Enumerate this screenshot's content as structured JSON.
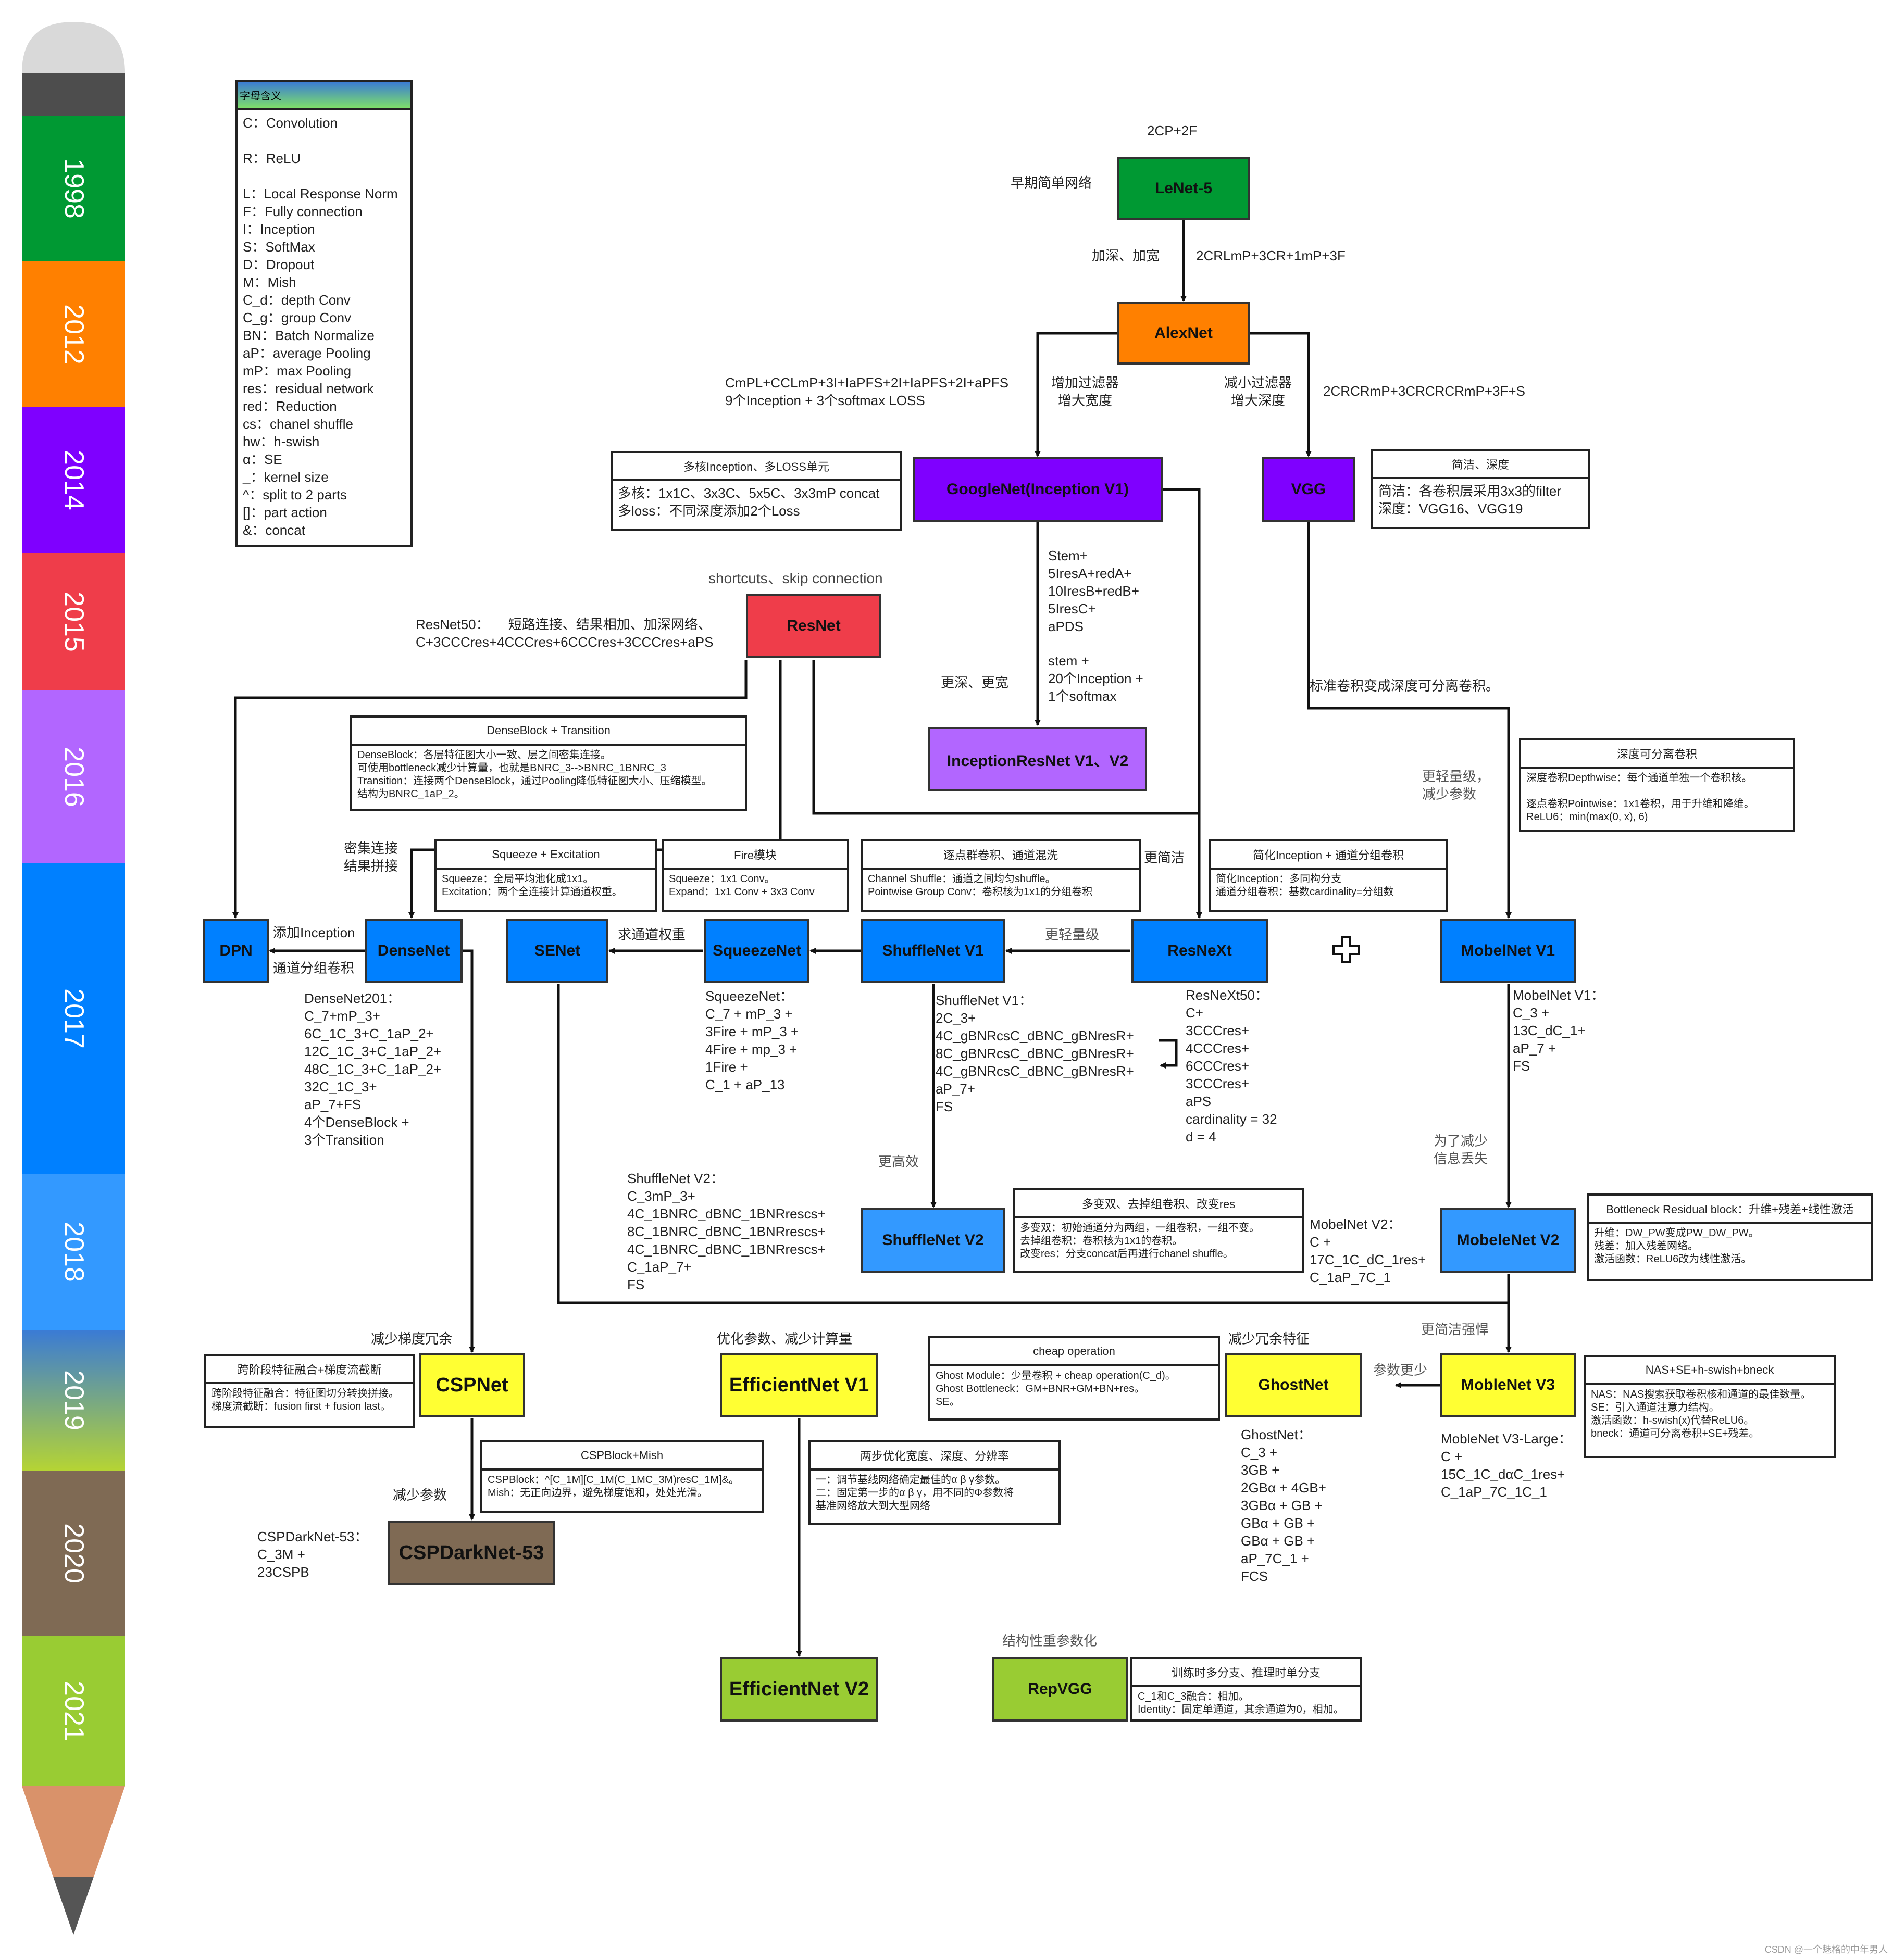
{
  "timeline": {
    "years": [
      "1998",
      "2012",
      "2014",
      "2015",
      "2016",
      "2017",
      "2018",
      "2019",
      "2020",
      "2021"
    ],
    "colors": [
      "#009933",
      "#ff8000",
      "#7f00ff",
      "#ef3d4a",
      "#b266ff",
      "#0080ff",
      "#3399ff",
      "#336b9e",
      "#7f6a54",
      "#99cc33"
    ]
  },
  "legend": {
    "title": "字母含义",
    "lines": [
      "C：Convolution",
      "",
      "R：ReLU",
      "",
      "L：Local Response Norm",
      "F：Fully connection",
      "I：Inception",
      "S：SoftMax",
      "D：Dropout",
      "M：Mish",
      "C_d：depth Conv",
      "C_g：group Conv",
      "BN：Batch Normalize",
      "aP：average Pooling",
      "mP：max Pooling",
      "res：residual network",
      "red：Reduction",
      "cs：chanel shuffle",
      "hw：h-swish",
      "α：SE",
      "_：kernel size",
      "^：split to 2 parts",
      "[]：part action",
      "&：concat"
    ]
  },
  "nodes": {
    "lenet": "LeNet-5",
    "alexnet": "AlexNet",
    "googlenet": "GoogleNet(Inception V1)",
    "vgg": "VGG",
    "resnet": "ResNet",
    "inceptionresnet": "InceptionResNet V1、V2",
    "dpn": "DPN",
    "densenet": "DenseNet",
    "senet": "SENet",
    "squeezenet": "SqueezeNet",
    "shufflev1": "ShuffleNet V1",
    "resnext": "ResNeXt",
    "mobilev1": "MobelNet V1",
    "shufflev2": "ShuffleNet V2",
    "mobilev2": "MobeleNet V2",
    "cspnet": "CSPNet",
    "effv1": "EfficientNet V1",
    "ghostnet": "GhostNet",
    "mobilev3": "MobleNet V3",
    "cspdarknet": "CSPDarkNet-53",
    "effv2": "EfficientNet V2",
    "repvgg": "RepVGG"
  },
  "labels": {
    "lenet_formula": "2CP+2F",
    "lenet_desc": "早期简单网络",
    "deepen": "加深、加宽",
    "alex_formula": "2CRLmP+3CR+1mP+3F",
    "google_formula": "CmPL+CCLmP+3I+IaPFS+2I+IaPFS+2I+aPFS\n9个Inception + 3个softmax LOSS",
    "add_filter": "增加过滤器\n增大宽度",
    "reduce_filter": "减小过滤器\n增大深度",
    "vgg_formula": "2CRCRmP+3CRCRCRmP+3F+S",
    "shortcut": "shortcuts、skip connection",
    "resnet50": "ResNet50：     短路连接、结果相加、加深网络、\nC+3CCCres+4CCCres+6CCCres+3CCCres+aPS",
    "stem": "Stem+\n5IresA+redA+\n10IresB+redB+\n5IresC+\naPDS",
    "stem2": "stem +\n20个Inception +\n1个softmax",
    "deeper": "更深、更宽",
    "std_conv": "标准卷积变成深度可分离卷积。",
    "lighter": "更轻量级，\n减少参数",
    "dense_conn": "密集连接\n结果拼接",
    "add_inception": "添加Inception",
    "group_conv": "通道分组卷积",
    "seek_weight": "求通道权重",
    "more_light": "更轻量级",
    "simpler": "更简洁",
    "densenet201": "DenseNet201：\nC_7+mP_3+\n6C_1C_3+C_1aP_2+\n12C_1C_3+C_1aP_2+\n48C_1C_3+C_1aP_2+\n32C_1C_3+\naP_7+FS\n4个DenseBlock +\n3个Transition",
    "squeezenet_f": "SqueezeNet：\nC_7 + mP_3 +\n3Fire + mP_3 +\n4Fire + mp_3 +\n1Fire +\nC_1 + aP_13",
    "shufflev1_f": "ShuffleNet V1：\n2C_3+\n4C_gBNRcsC_dBNC_gBNresR+\n8C_gBNRcsC_dBNC_gBNresR+\n4C_gBNRcsC_dBNC_gBNresR+\naP_7+\nFS",
    "resnext_f": "ResNeXt50：\nC+\n3CCCres+\n4CCCres+\n6CCCres+\n3CCCres+\naPS\ncardinality = 32\nd = 4",
    "mobilev1_f": "MobelNet V1：\nC_3 +\n13C_dC_1+\naP_7 +\nFS",
    "efficient": "更高效",
    "reduce_info": "为了减少\n信息丢失",
    "shufflev2_f": "ShuffleNet V2：\nC_3mP_3+\n4C_1BNRC_dBNC_1BNRrescs+\n8C_1BNRC_dBNC_1BNRrescs+\n4C_1BNRC_dBNC_1BNRrescs+\nC_1aP_7+\nFS",
    "mobilev2_f": "MobelNet V2：\nC +\n17C_1C_dC_1res+\nC_1aP_7C_1",
    "simpler_strong": "更简洁强悍",
    "reduce_grad": "减少梯度冗余",
    "optimize": "优化参数、减少计算量",
    "reduce_redundant": "减少冗余特征",
    "fewer_param": "参数更少",
    "ghostnet_f": "GhostNet：\nC_3 +\n3GB +\n2GBα + 4GB+\n3GBα + GB +\nGBα + GB +\nGBα + GB +\naP_7C_1 +\nFCS",
    "mobilev3_f": "MobleNet V3-Large：\nC +\n15C_1C_dαC_1res+\nC_1aP_7C_1C_1",
    "reduce_param": "减少参数",
    "cspdarknet_f": "CSPDarkNet-53：\nC_3M +\n23CSPB",
    "reparam": "结构性重参数化",
    "watermark": "CSDN @一个魅格的中年男人"
  },
  "boxes": {
    "google": {
      "title": "多核Inception、多LOSS单元",
      "body": "多核：1x1C、3x3C、5x5C、3x3mP concat\n多loss：不同深度添加2个Loss"
    },
    "vgg": {
      "title": "简洁、深度",
      "body": "简洁：各卷积层采用3x3的filter\n深度：VGG16、VGG19"
    },
    "dense": {
      "title": "DenseBlock + Transition",
      "body": "DenseBlock：各层特征图大小一致、层之间密集连接。\n可使用bottleneck减少计算量，也就是BNRC_3-->BNRC_1BNRC_3\nTransition：连接两个DenseBlock，通过Pooling降低特征图大小、压缩模型。\n结构为BNRC_1aP_2。"
    },
    "se": {
      "title": "Squeeze + Excitation",
      "body": "Squeeze：全局平均池化成1x1。\nExcitation：两个全连接计算通道权重。"
    },
    "fire": {
      "title": "Fire模块",
      "body": "Squeeze：1x1 Conv。\nExpand：1x1 Conv + 3x3 Conv"
    },
    "shuffle": {
      "title": "逐点群卷积、通道混洗",
      "body": "Channel Shuffle：通道之间均匀shuffle。\nPointwise Group Conv：卷积核为1x1的分组卷积"
    },
    "resnext": {
      "title": "简化Inception + 通道分组卷积",
      "body": "简化Inception：多同构分支\n通道分组卷积：基数cardinality=分组数"
    },
    "mobile": {
      "title": "深度可分离卷积",
      "body": "深度卷积Depthwise：每个通道单独一个卷积核。\n\n逐点卷积Pointwise：1x1卷积，用于升维和降维。\nReLU6：min(max(0, x), 6)"
    },
    "shufflev2": {
      "title": "多变双、去掉组卷积、改变res",
      "body": "多变双：初始通道分为两组，一组卷积，一组不变。\n去掉组卷积：卷积核为1x1的卷积。\n改变res：分支concat后再进行chanel shuffle。"
    },
    "mobilev2": {
      "title": "Bottleneck Residual block：升维+残差+线性激活",
      "body": "升维：DW_PW变成PW_DW_PW。\n残差：加入残差网络。\n激活函数：ReLU6改为线性激活。"
    },
    "csp": {
      "title": "跨阶段特征融合+梯度流截断",
      "body": "跨阶段特征融合：特征图切分转换拼接。\n梯度流截断：fusion first + fusion last。"
    },
    "cspblock": {
      "title": "CSPBlock+Mish",
      "body": "CSPBlock：^[C_1M][C_1M(C_1MC_3M)resC_1M]&。\nMish：无正向边界，避免梯度饱和，处处光滑。"
    },
    "eff": {
      "title": "两步优化宽度、深度、分辨率",
      "body": "一：调节基线网络确定最佳的α β γ参数。\n二：固定第一步的α β γ，用不同的Φ参数将\n基准网络放大到大型网络"
    },
    "ghost": {
      "title": "cheap operation",
      "body": "Ghost Module：少量卷积 + cheap operation(C_d)。\nGhost Bottleneck：GM+BNR+GM+BN+res。\nSE。"
    },
    "mobilev3": {
      "title": "NAS+SE+h-swish+bneck",
      "body": "NAS：NAS搜索获取卷积核和通道的最佳数量。\nSE：引入通道注意力结构。\n激活函数：h-swish(x)代替ReLU6。\nbneck：通道可分离卷积+SE+残差。"
    },
    "repvgg": {
      "title": "训练时多分支、推理时单分支",
      "body": "C_1和C_3融合：相加。\nIdentity：固定单通道，其余通道为0，相加。"
    }
  },
  "colors": {
    "green": "#009933",
    "orange": "#ff8000",
    "purple": "#7f00ff",
    "red": "#ef3d4a",
    "lavender": "#b266ff",
    "blue": "#0080ff",
    "lightblue": "#3399ff",
    "yellow": "#ffff33",
    "brown": "#7f6a54",
    "lime": "#99cc33"
  }
}
